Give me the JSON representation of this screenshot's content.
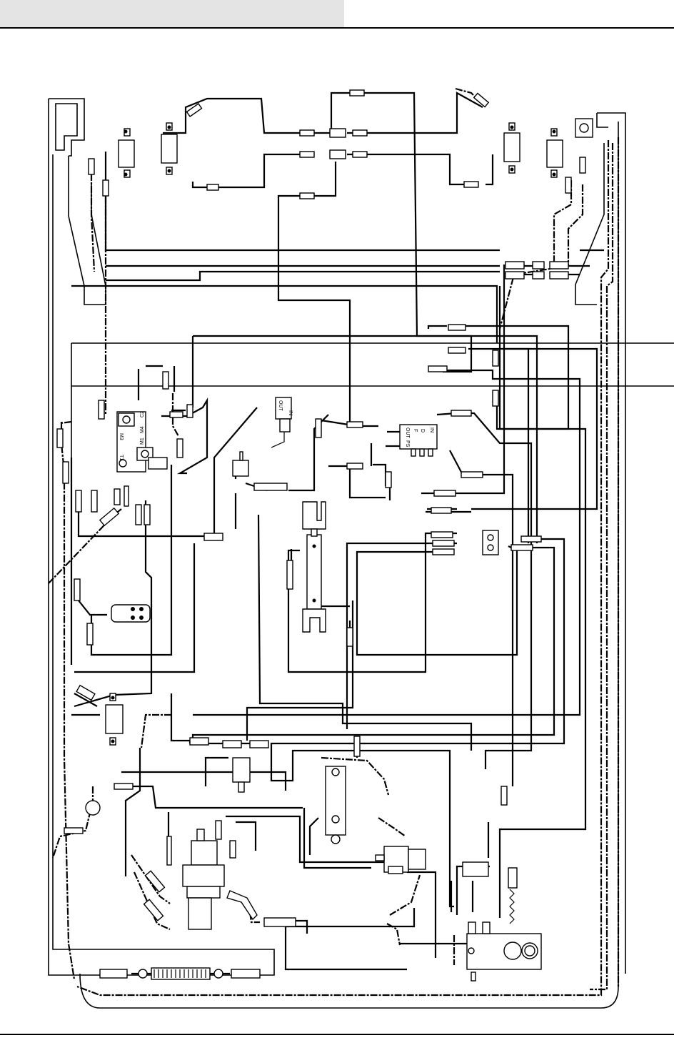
{
  "header": {
    "bar_color": "#e4e4e4",
    "rule_color": "#000000"
  },
  "valve_labels": {
    "c2": "C2",
    "m3": "M3",
    "m4": "M4",
    "m1": "M1",
    "t1": "T1",
    "out_a": "OUT",
    "in_a": "IN",
    "out_b": "OUT",
    "f": "F",
    "d": "D",
    "in_b": "IN",
    "ps": "PS"
  },
  "icons": [
    "valve-block-icon",
    "hydraulic-cylinder-icon",
    "pump-icon",
    "tank-icon",
    "fitting-icon",
    "filter-icon",
    "gauge-icon"
  ]
}
